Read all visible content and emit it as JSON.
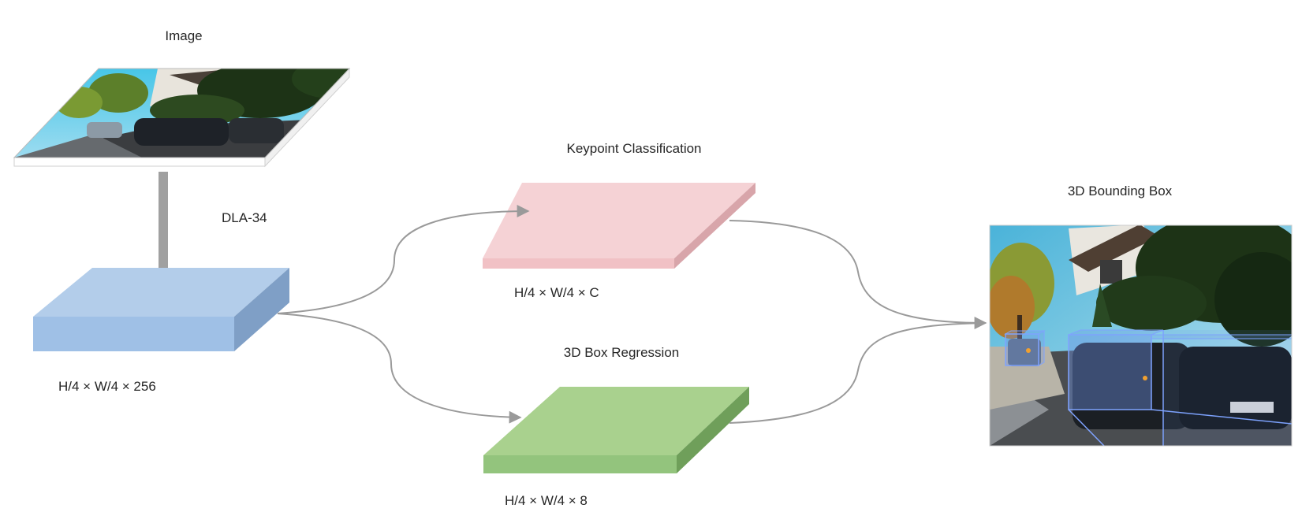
{
  "diagram": {
    "image_label": "Image",
    "backbone_label": "DLA-34",
    "backbone_dims": "H/4 × W/4 × 256",
    "keypoint_label": "Keypoint Classification",
    "keypoint_dims": "H/4 × W/4 × C",
    "regression_label": "3D Box Regression",
    "regression_dims": "H/4 × W/4 × 8",
    "output_label": "3D Bounding Box"
  },
  "colors": {
    "backbone_top": "#b3cdea",
    "backbone_front": "#9fc0e6",
    "backbone_side": "#7f9fc6",
    "keypoint_top": "#f5d2d5",
    "keypoint_front": "#f1c1c5",
    "keypoint_side": "#d8a5aa",
    "regression_top": "#a9d18e",
    "regression_front": "#93c47d",
    "regression_side": "#6f9f5a",
    "arrow": "#9a9a9a",
    "box3d": "#6f93e8"
  }
}
